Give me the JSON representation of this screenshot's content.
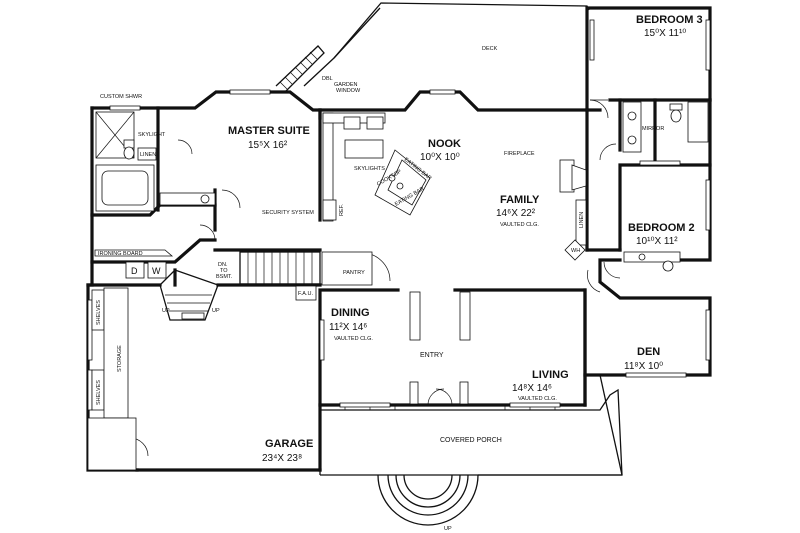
{
  "rooms": [
    {
      "id": "bedroom3",
      "name": "BEDROOM 3",
      "dim": "15⁰X 11¹⁰"
    },
    {
      "id": "master",
      "name": "MASTER SUITE",
      "dim": "15⁵X 16²"
    },
    {
      "id": "nook",
      "name": "NOOK",
      "dim": "10⁰X 10⁰"
    },
    {
      "id": "family",
      "name": "FAMILY",
      "dim": "14⁶X 22²",
      "note": "VAULTED CLG."
    },
    {
      "id": "bedroom2",
      "name": "BEDROOM 2",
      "dim": "10¹⁰X 11²"
    },
    {
      "id": "dining",
      "name": "DINING",
      "dim": "11²X 14⁶",
      "note": "VAULTED CLG."
    },
    {
      "id": "living",
      "name": "LIVING",
      "dim": "14⁸X 14⁶",
      "note": "VAULTED CLG."
    },
    {
      "id": "den",
      "name": "DEN",
      "dim": "11⁸X 10⁰"
    },
    {
      "id": "garage",
      "name": "GARAGE",
      "dim": "23⁴X 23⁸"
    }
  ],
  "labels": {
    "deck": "DECK",
    "garden_window_1": "DBL",
    "garden_window_2": "GARDEN",
    "garden_window_3": "WINDOW",
    "custom_shwr": "CUSTOM SHWR",
    "skylight": "SKYLIGHT",
    "linen_master": "LINEN",
    "skylights": "SKYLIGHTS",
    "eating_bar_1": "EATING BAR",
    "eating_bar_2": "EATING BAR",
    "cooktop": "COOKTOP",
    "security_system": "SECURITY SYSTEM",
    "ref": "REF.",
    "ironing_board": "IRONING BOARD",
    "dn_to_bsmt_1": "DN.",
    "dn_to_bsmt_2": "TO",
    "dn_to_bsmt_3": "BSMT.",
    "pantry": "PANTRY",
    "fau": "F.A.U.",
    "fireplace": "FIREPLACE",
    "linen_hall": "LINEN",
    "mirror": "MIRROR",
    "wh": "WH",
    "shelves_1": "SHELVES",
    "shelves_2": "SHELVES",
    "storage": "STORAGE",
    "up_1": "UP",
    "up_2": "UP",
    "up_3": "UP",
    "entry": "ENTRY",
    "covered_porch": "COVERED PORCH",
    "washer": "W",
    "dryer": "D"
  }
}
